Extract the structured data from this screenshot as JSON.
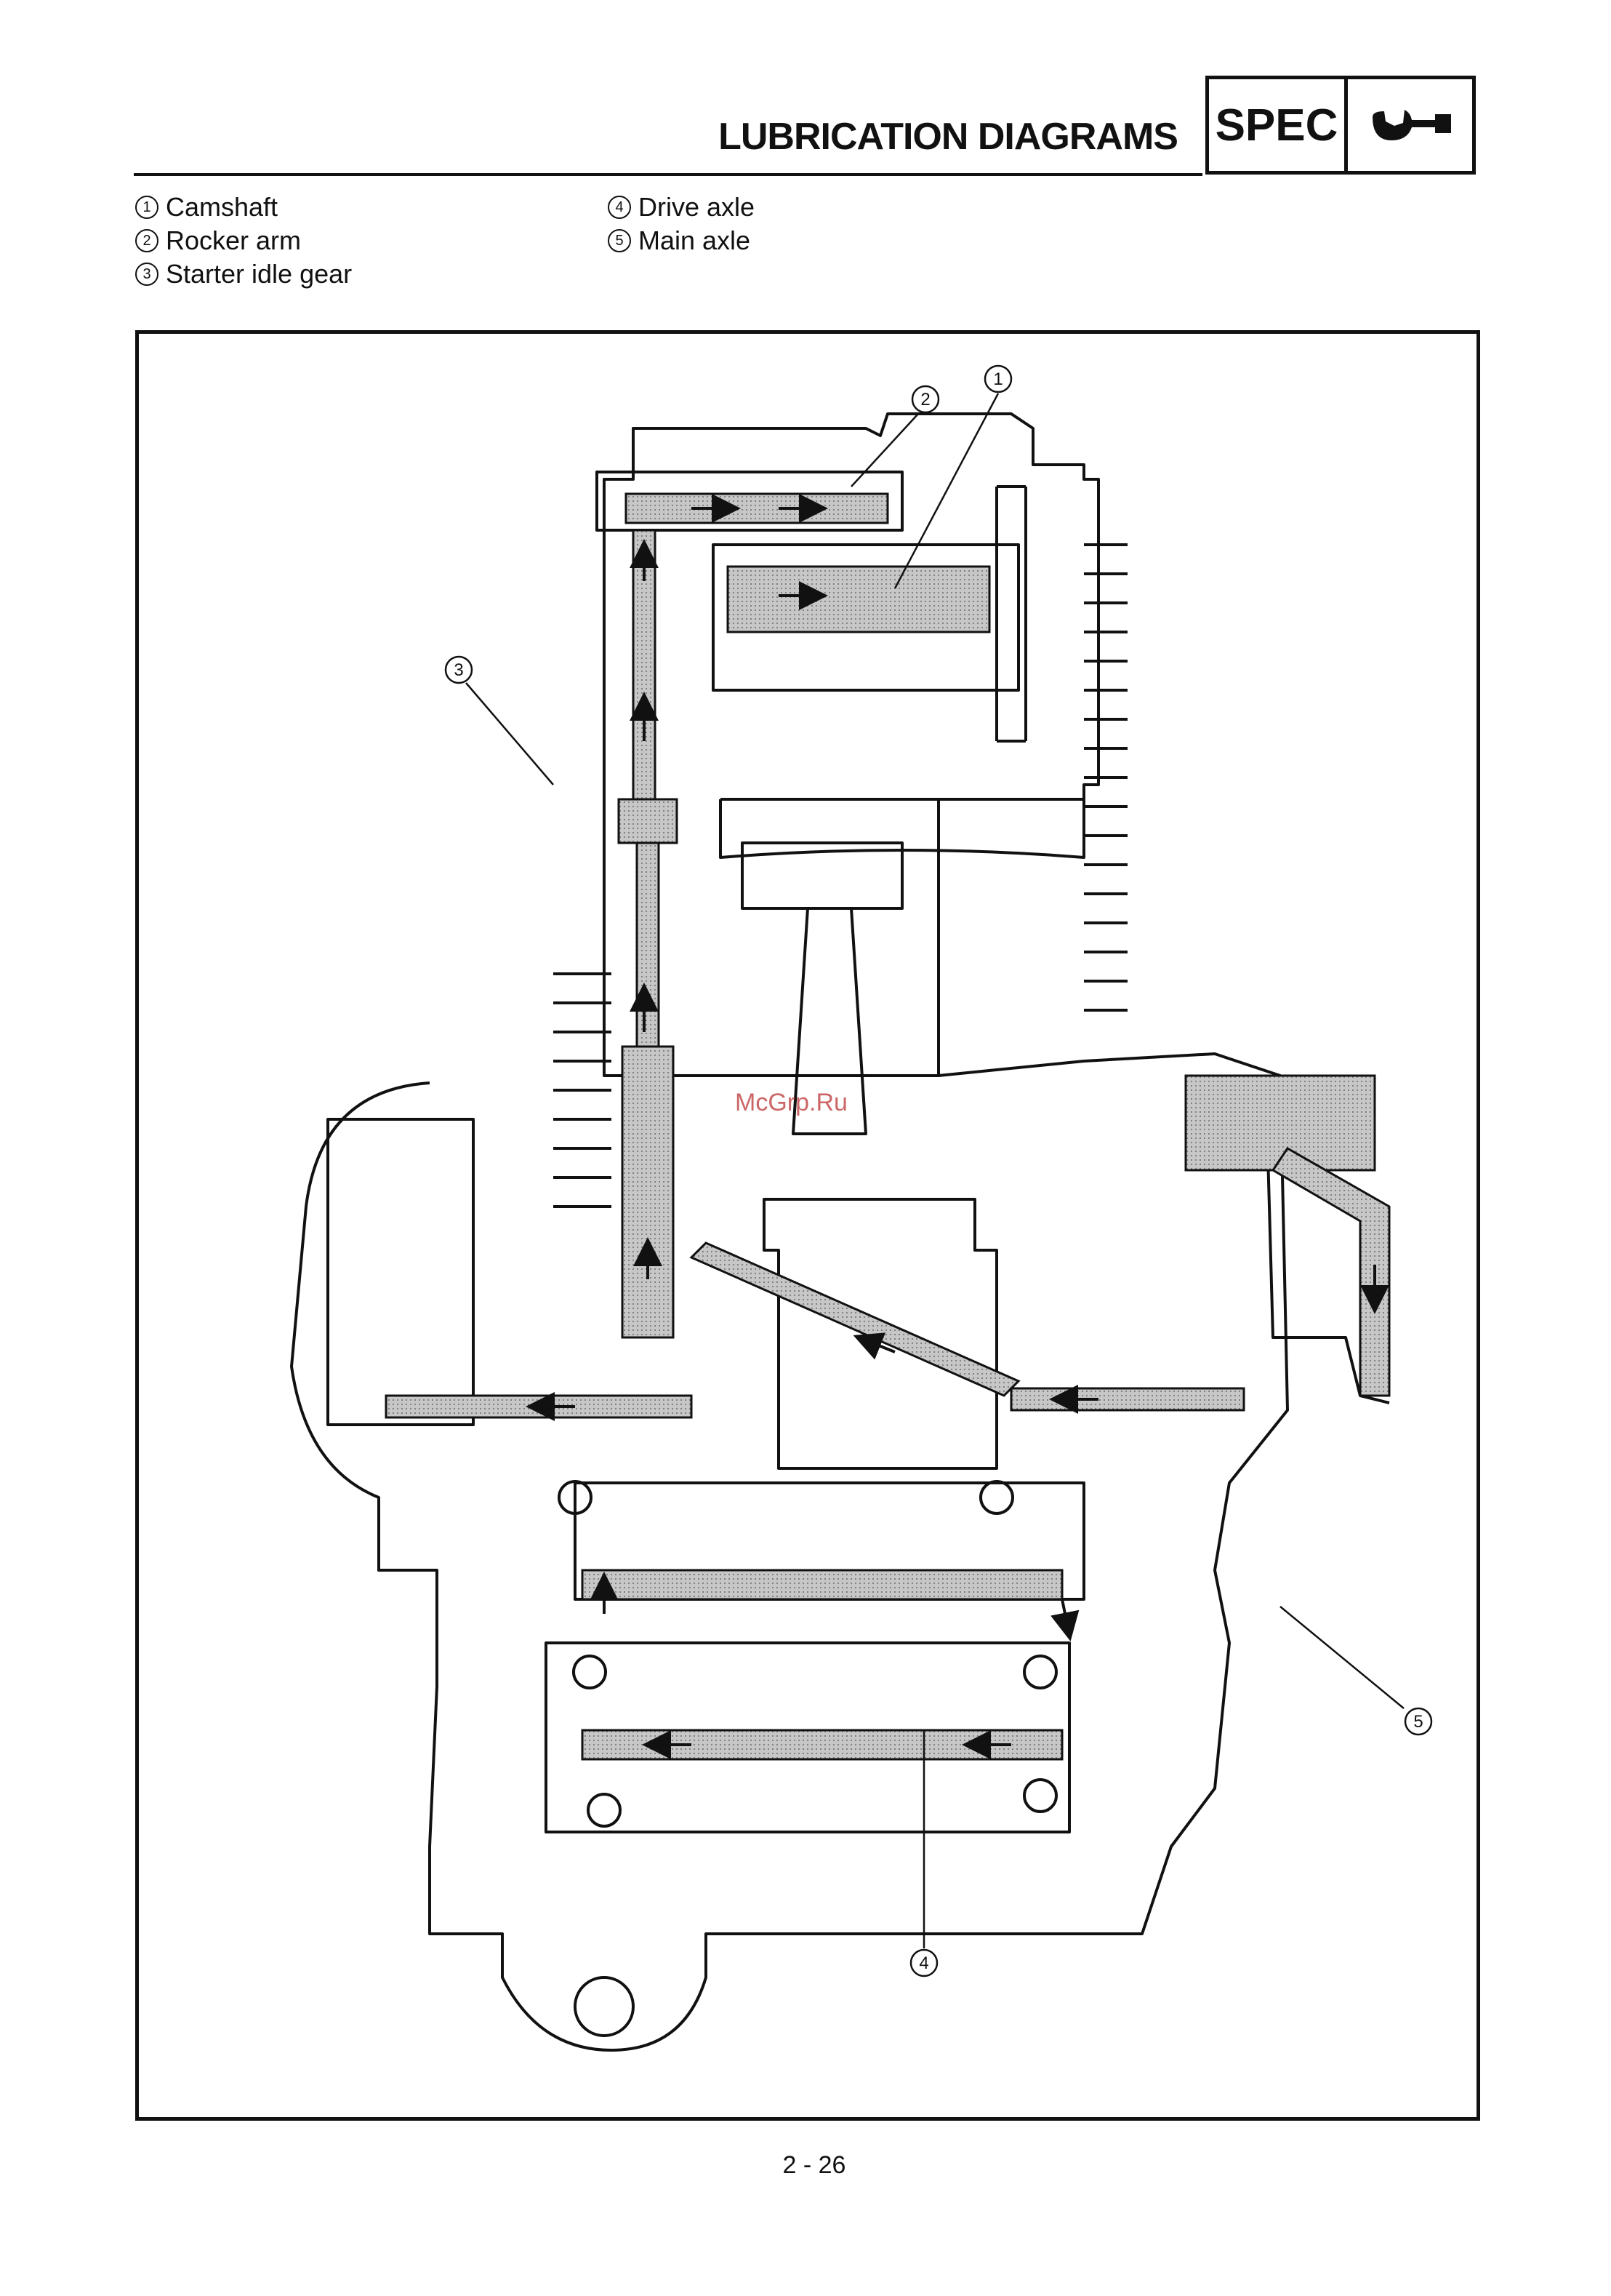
{
  "header": {
    "title": "LUBRICATION DIAGRAMS",
    "spec_label": "SPEC",
    "spec_icon": "wrench-icon"
  },
  "legend": [
    {
      "num": "1",
      "label": "Camshaft"
    },
    {
      "num": "2",
      "label": "Rocker arm"
    },
    {
      "num": "3",
      "label": "Starter idle gear"
    },
    {
      "num": "4",
      "label": "Drive axle"
    },
    {
      "num": "5",
      "label": "Main axle"
    }
  ],
  "diagram": {
    "callouts": [
      "1",
      "2",
      "3",
      "4",
      "5"
    ],
    "watermark": "McGrp.Ru",
    "oil_color": "#bdbdbd"
  },
  "page_number": "2 - 26"
}
